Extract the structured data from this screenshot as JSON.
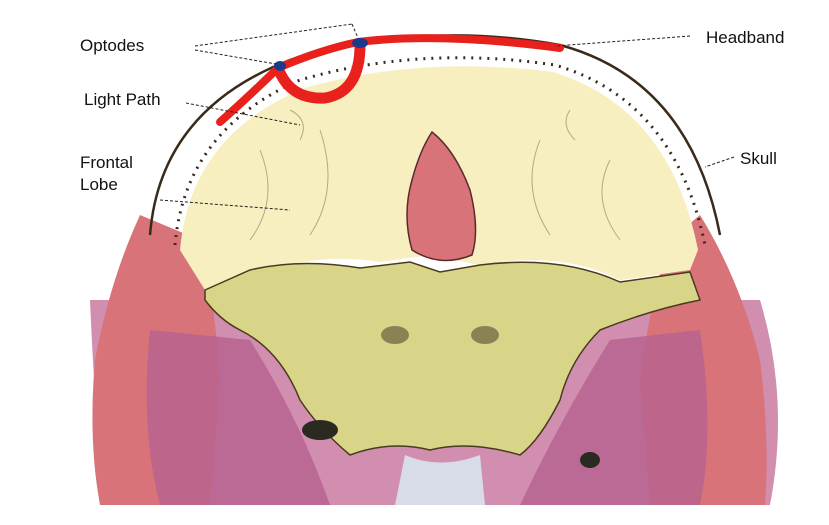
{
  "labels": {
    "optodes": "Optodes",
    "light_path": "Light Path",
    "frontal_lobe": "Frontal\nLobe",
    "headband": "Headband",
    "skull": "Skull"
  },
  "colors": {
    "headband": "#e8211c",
    "optode": "#1b3a8c",
    "brain_fill": "#f7efc0",
    "skull_outline": "#3a2a1a",
    "muscle_pink": "#d9737a",
    "bone_yellow": "#d8d488",
    "tissue_purple": "#b5628e"
  }
}
